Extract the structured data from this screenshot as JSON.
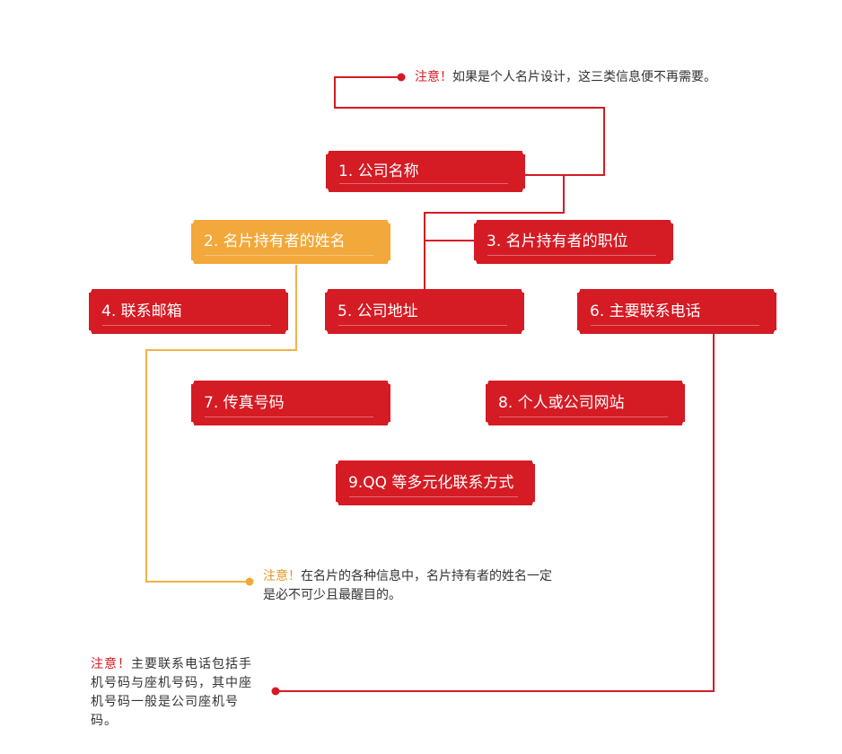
{
  "colors": {
    "red": "#d51b24",
    "yellow": "#f2a83a",
    "text": "#333333"
  },
  "boxes": {
    "company_name": "1. 公司名称",
    "holder_name": "2. 名片持有者的姓名",
    "holder_title": "3. 名片持有者的职位",
    "email": "4. 联系邮箱",
    "address": "5. 公司地址",
    "phone": "6. 主要联系电话",
    "fax": "7. 传真号码",
    "website": "8. 个人或公司网站",
    "qq": "9.QQ 等多元化联系方式"
  },
  "notes": {
    "top": {
      "lead": "注意！",
      "text": "如果是个人名片设计，这三类信息便不再需要。"
    },
    "middle": {
      "lead": "注意！",
      "line1": "在名片的各种信息中，名片持有者的姓名一定",
      "line2": "是必不可少且最醒目的。"
    },
    "bottom": {
      "lead": "注意！",
      "text": "主要联系电话包括手机号码与座机号码，其中座机号码一般是公司座机号码。"
    }
  }
}
